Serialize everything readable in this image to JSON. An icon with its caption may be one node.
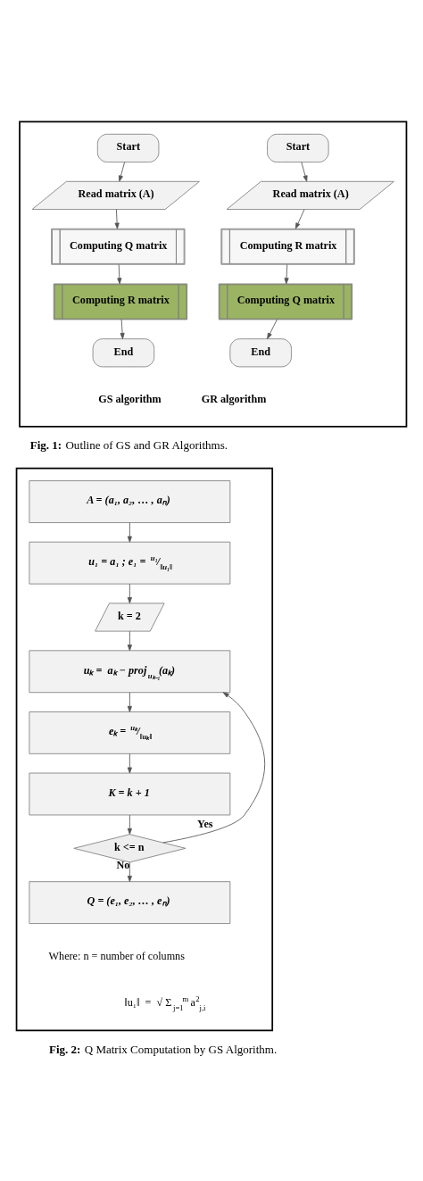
{
  "diagram": {
    "nodes": [
      {
        "text": [],
        "shape": "box"
      },
      {
        "text": [
          "Start"
        ],
        "in": 0
      },
      {
        "text": [
          "Read matrix (A)"
        ],
        "in": 0
      },
      {
        "text": [
          "Computing Q matrix"
        ],
        "in": 0
      },
      {
        "text": [
          "Computing R matrix"
        ],
        "in": 0
      },
      {
        "text": [
          "End"
        ],
        "in": 0
      },
      {
        "text": [
          "Start"
        ],
        "in": 0
      },
      {
        "text": [
          "Read matrix (A)"
        ],
        "in": 0
      },
      {
        "text": [
          "Computing R matrix"
        ],
        "in": 0
      },
      {
        "text": [
          "Computing Q matrix"
        ],
        "in": 0
      },
      {
        "text": [
          "End"
        ],
        "in": 0
      },
      {
        "text": [],
        "shape": "box"
      },
      {
        "text": [
          "A = (a₁, a₂, … , aₙ)"
        ],
        "in": 11
      },
      {
        "text": [
          "u₁ = a₁ ; e₁ = $^{u₁}$/$_{‖u₁‖}$"
        ],
        "in": 11
      },
      {
        "text": [
          "k = 2"
        ],
        "in": 11
      },
      {
        "text": [
          "uₖ =  aₖ − proj$_{uₖ₋₁}$(aₖ)"
        ],
        "in": 11
      },
      {
        "text": [
          "eₖ = $^{uₖ}$/$_{‖uₖ‖}$"
        ],
        "in": 11
      },
      {
        "text": [
          "K = k + 1"
        ],
        "in": 11
      },
      {
        "text": [
          "k <= n"
        ],
        "in": 11
      },
      {
        "text": [
          "Q = (e₁, e₂, … , eₙ)"
        ],
        "in": 11
      }
    ],
    "edges": [
      {
        "from": 1,
        "to": 2,
        "arrow": "to"
      },
      {
        "from": 2,
        "to": 3,
        "arrow": "to"
      },
      {
        "from": 3,
        "to": 4,
        "arrow": "to"
      },
      {
        "from": 4,
        "to": 5,
        "arrow": "to"
      },
      {
        "from": 6,
        "to": 7,
        "arrow": "to"
      },
      {
        "from": 7,
        "to": 8,
        "arrow": "to"
      },
      {
        "from": 8,
        "to": 9,
        "arrow": "to"
      },
      {
        "from": 9,
        "to": 10,
        "arrow": "to"
      },
      {
        "from": 12,
        "to": 13,
        "arrow": "to"
      },
      {
        "from": 13,
        "to": 14,
        "arrow": "to"
      },
      {
        "from": 14,
        "to": 15,
        "arrow": "to"
      },
      {
        "from": 15,
        "to": 16,
        "arrow": "to"
      },
      {
        "from": 16,
        "to": 17,
        "arrow": "to"
      },
      {
        "from": 17,
        "to": 18,
        "arrow": "to"
      },
      {
        "from": 18,
        "to": 15,
        "label": "Yes",
        "arrow": "to"
      },
      {
        "from": 18,
        "to": 19,
        "label": "No",
        "arrow": "to"
      }
    ],
    "labels": [
      "GS algorithm",
      "GR algorithm",
      "**Fig. 1:** Outline of GS and GR Algorithms.",
      "Where: n = number of columns",
      "‖u₁‖  =  √ Σ$_{j=1}$$^{m}$ a$^{2}$$_{j,i}$",
      "**Fig. 2:** Q Matrix Computation by GS Algorithm."
    ]
  }
}
